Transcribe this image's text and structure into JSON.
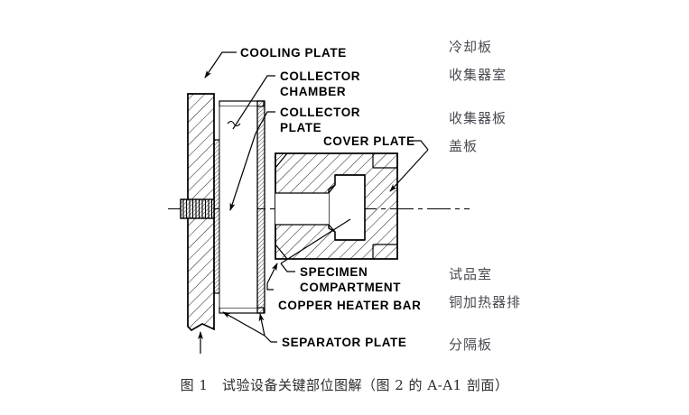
{
  "figure": {
    "background": "#ffffff",
    "line_color": "#000000",
    "hatch_color": "#000000",
    "cn_text_color": "#4a4a52",
    "caption": "图 1　试验设备关键部位图解（图 2 的 A-A1 剖面）"
  },
  "english_labels": {
    "cooling_plate": "COOLING  PLATE",
    "collector_chamber_l1": "COLLECTOR",
    "collector_chamber_l2": "CHAMBER",
    "collector_plate_l1": "COLLECTOR",
    "collector_plate_l2": "PLATE",
    "cover_plate": "COVER  PLATE",
    "specimen_compartment_l1": "SPECIMEN",
    "specimen_compartment_l2": "COMPARTMENT",
    "copper_heater_bar": "COPPER HEATER BAR",
    "separator_plate": "SEPARATOR PLATE"
  },
  "chinese_labels": {
    "cooling_plate": "冷却板",
    "collector_chamber": "收集器室",
    "collector_plate": "收集器板",
    "cover_plate": "盖板",
    "specimen_compartment": "试品室",
    "copper_heater_bar": "铜加热器排",
    "separator_plate": "分隔板"
  },
  "parts": {
    "cooling_plate": "cooling-plate-section",
    "separator_plate": "separator-plate-section",
    "collector_chamber": "collector-chamber-void",
    "collector_plate": "collector-plate-section",
    "cover_plate": "cover-plate-section",
    "specimen_compartment": "specimen-compartment-void",
    "copper_heater_bar": "copper-heater-bar-section",
    "bolt": "threaded-bolt-detail",
    "centerline": "section-centerline"
  }
}
